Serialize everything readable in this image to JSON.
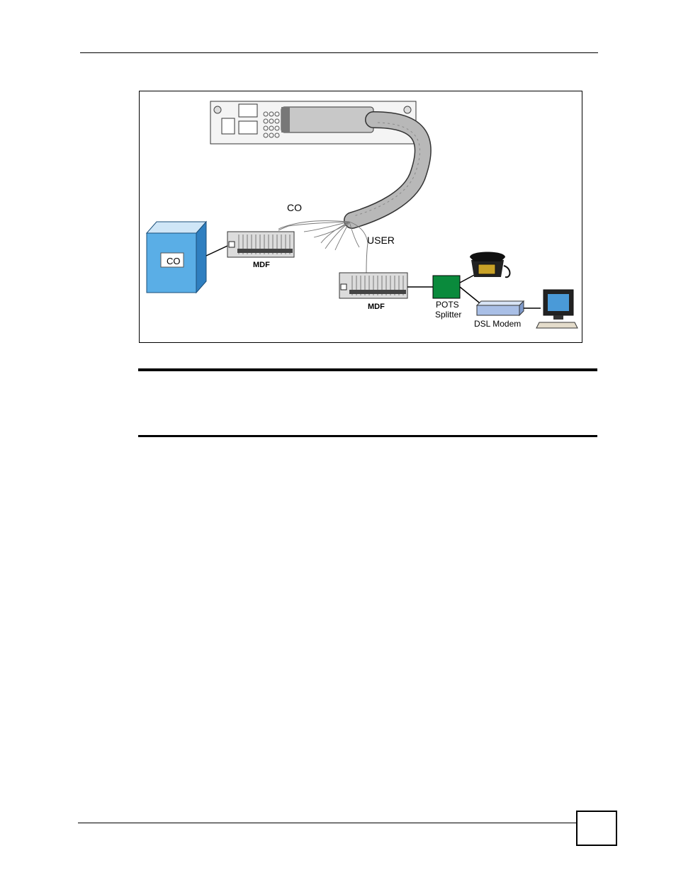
{
  "diagram": {
    "co_box_label": "CO",
    "co_line_label": "CO",
    "user_line_label": "USER",
    "mdf_left_label": "MDF",
    "mdf_right_label": "MDF",
    "pots_splitter_label_line1": "POTS",
    "pots_splitter_label_line2": "Splitter",
    "dsl_modem_label": "DSL Modem",
    "colors": {
      "co_building": "#5aaee6",
      "splitter": "#0a8a3c",
      "modem": "#a9bfe6",
      "monitor_screen": "#4a9ad8",
      "cable": "#b8b8b8"
    }
  }
}
